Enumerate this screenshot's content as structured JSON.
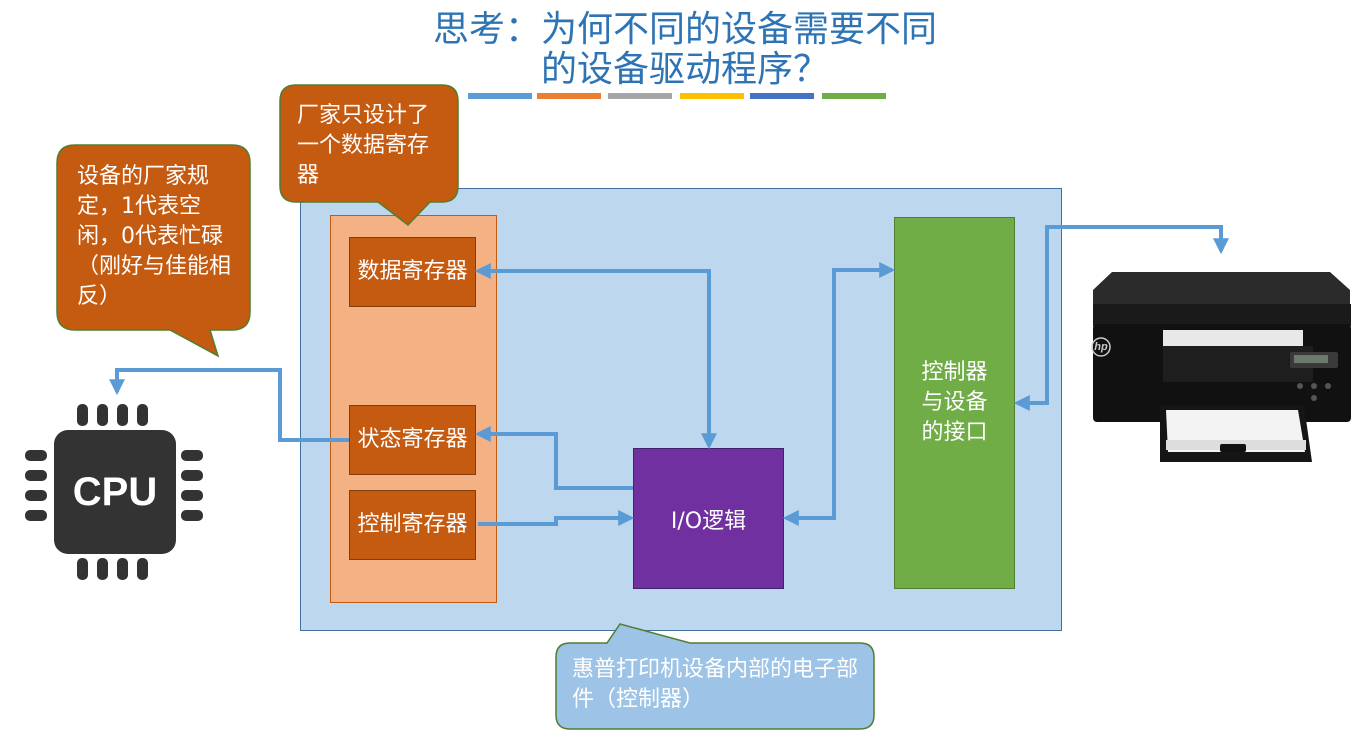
{
  "title": {
    "line1": "思考：为何不同的设备需要不同",
    "line2": "的设备驱动程序？"
  },
  "colors": {
    "strips": [
      "#5b9bd5",
      "#ed7d31",
      "#a5a5a5",
      "#ffc000",
      "#4472c4",
      "#70ad47"
    ],
    "device_fill": "#bdd7ee",
    "register_column": "#f4b183",
    "register": "#c55a11",
    "io_logic": "#7030a0",
    "controller": "#70ad47",
    "arrow": "#5b9bd5",
    "callout_orange": "#c55a11",
    "callout_blue": "#9dc3e6"
  },
  "registers": {
    "data": "数据寄存器",
    "status": "状态寄存器",
    "control": "控制寄存器"
  },
  "io_logic": "I/O逻辑",
  "controller": "控制器与设备的接口",
  "callouts": {
    "vendor_spec": "设备的厂家规定，1代表空闲，0代表忙碌（刚好与佳能相反）",
    "single_register": "厂家只设计了一个数据寄存器",
    "hp_parts": "惠普打印机设备内部的电子部件（控制器）"
  },
  "cpu": {
    "label": "CPU"
  },
  "printer": {
    "logo": "hp"
  }
}
